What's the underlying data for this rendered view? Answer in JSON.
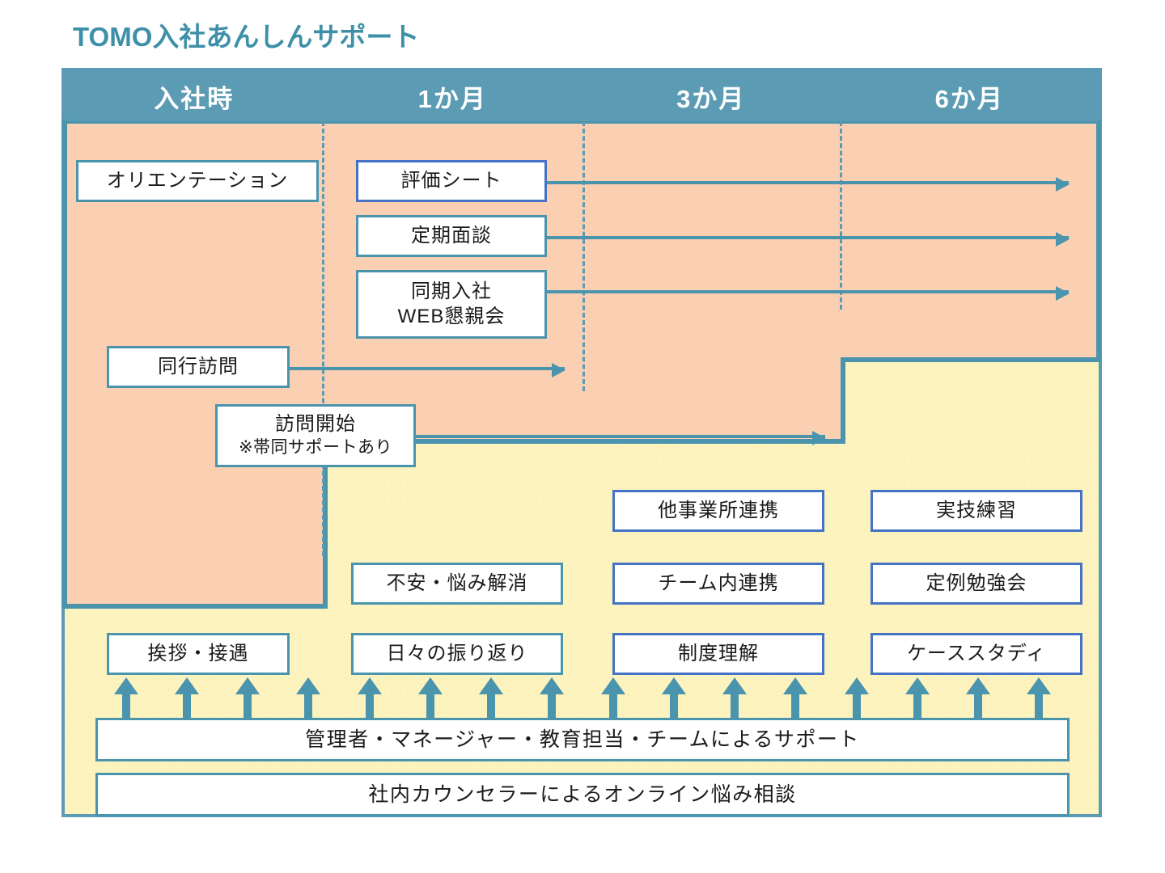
{
  "title": "TOMO入社あんしんサポート",
  "colors": {
    "teal": "#5B9CB4",
    "teal_border": "#4A94AE",
    "blue_border": "#4472C4",
    "pink_bg": "#FBD0B2",
    "yellow_bg": "#FCF3BE",
    "title_color": "#3E8FA8",
    "header_text": "#FFFFFF"
  },
  "header": {
    "columns": [
      {
        "label": "入社時"
      },
      {
        "label": "1か月"
      },
      {
        "label": "3か月"
      },
      {
        "label": "6か月"
      }
    ]
  },
  "pink_phase_boxes": [
    {
      "id": "orientation",
      "label": "オリエンテーション",
      "border": "teal",
      "has_arrow": false
    },
    {
      "id": "evaluation-sheet",
      "label": "評価シート",
      "border": "blue",
      "has_arrow": true
    },
    {
      "id": "regular-interview",
      "label": "定期面談",
      "border": "teal",
      "has_arrow": true
    },
    {
      "id": "web-social",
      "label": "同期入社",
      "label2": "WEB懇親会",
      "border": "teal",
      "has_arrow": true
    },
    {
      "id": "accompanied-visit",
      "label": "同行訪問",
      "border": "teal",
      "has_arrow": true
    },
    {
      "id": "visit-start",
      "label": "訪問開始",
      "label2": "※帯同サポートあり",
      "border": "teal",
      "has_arrow": true
    }
  ],
  "yellow_phase_boxes": [
    {
      "id": "other-office-coop",
      "label": "他事業所連携",
      "border": "blue"
    },
    {
      "id": "practical-training",
      "label": "実技練習",
      "border": "blue"
    },
    {
      "id": "anxiety-relief",
      "label": "不安・悩み解消",
      "border": "teal"
    },
    {
      "id": "team-coop",
      "label": "チーム内連携",
      "border": "blue"
    },
    {
      "id": "regular-study",
      "label": "定例勉強会",
      "border": "blue"
    },
    {
      "id": "greeting-hospitality",
      "label": "挨拶・接遇",
      "border": "teal"
    },
    {
      "id": "daily-reflection",
      "label": "日々の振り返り",
      "border": "teal"
    },
    {
      "id": "system-understanding",
      "label": "制度理解",
      "border": "blue"
    },
    {
      "id": "case-study",
      "label": "ケーススタディ",
      "border": "blue"
    }
  ],
  "support_bars": [
    {
      "id": "manager-support",
      "label": "管理者・マネージャー・教育担当・チームによるサポート"
    },
    {
      "id": "online-counseling",
      "label": "社内カウンセラーによるオンライン悩み相談"
    }
  ],
  "up_arrow_count": 16
}
